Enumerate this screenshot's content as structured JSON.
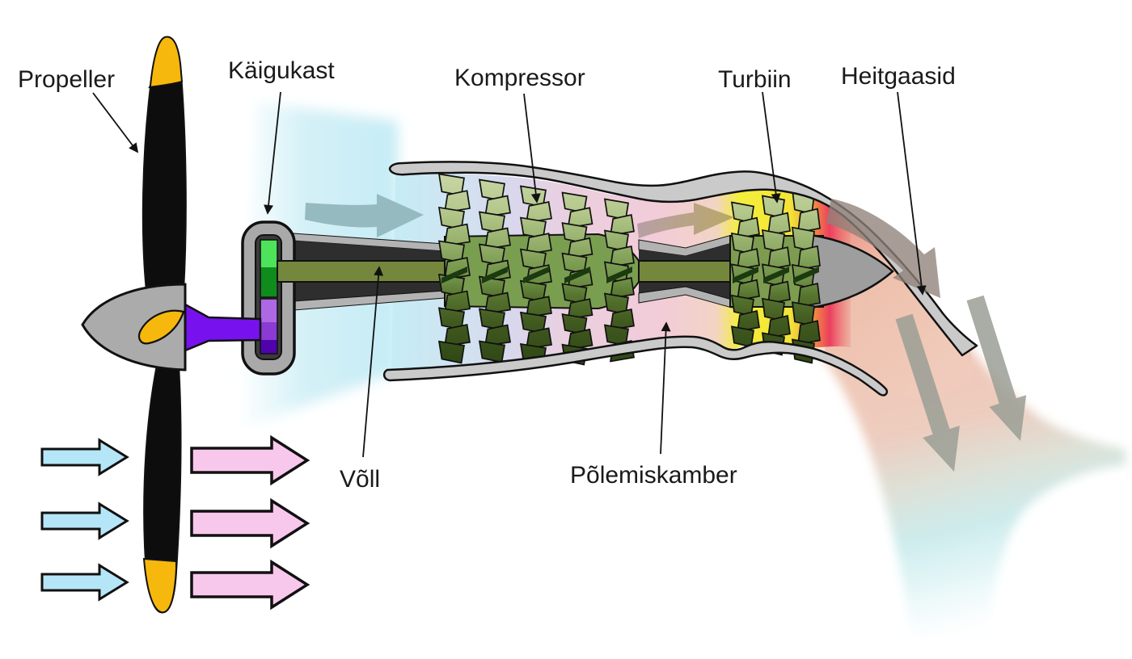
{
  "diagram": {
    "type": "turboprop-engine-cutaway",
    "language": "et",
    "labels": {
      "propeller": "Propeller",
      "gearbox": "Käigukast",
      "compressor": "Kompressor",
      "turbine": "Turbiin",
      "exhaust_gases": "Heitgaasid",
      "shaft": "Võll",
      "combustion_chamber": "Põlemiskamber"
    },
    "colors": {
      "propeller_blade": "#0d0d0d",
      "blade_tip_yellow": "#f7b80d",
      "spinner_gray": "#ababab",
      "drive_shaft_purple": "#7712ef",
      "gear_green_light": "#4de35a",
      "gear_green_dark": "#108c1d",
      "gear_purple_light": "#ad68e4",
      "gear_purple_dark": "#4f03ab",
      "main_shaft_olive": "#75873c",
      "casing_gray": "#cacaca",
      "compressor_hub_green": "#7a9e50",
      "intake_air_cyan": "#c6ecf5",
      "compressed_air_pink": "#f2ccd8",
      "turbine_hot_yellow": "#f4ee3a",
      "turbine_hot_red": "#ec3f5e",
      "exhaust_salmon": "#efc7b5",
      "exhaust_cool_cyan": "#c2e7e8",
      "inlet_arrow_blue": "#b5e6f7",
      "accelerated_arrow_pink": "#f8c8ec",
      "flow_arrow_gray": "#8f8178"
    },
    "flow_arrow_icons": [
      "inlet-air-arrow",
      "inlet-air-arrow",
      "inlet-air-arrow",
      "accelerated-air-arrow",
      "accelerated-air-arrow",
      "accelerated-air-arrow",
      "intake-flow-arrow",
      "combustion-flow-arrow",
      "exhaust-duct-arrow",
      "exhaust-plume-arrow",
      "exhaust-plume-arrow"
    ]
  }
}
